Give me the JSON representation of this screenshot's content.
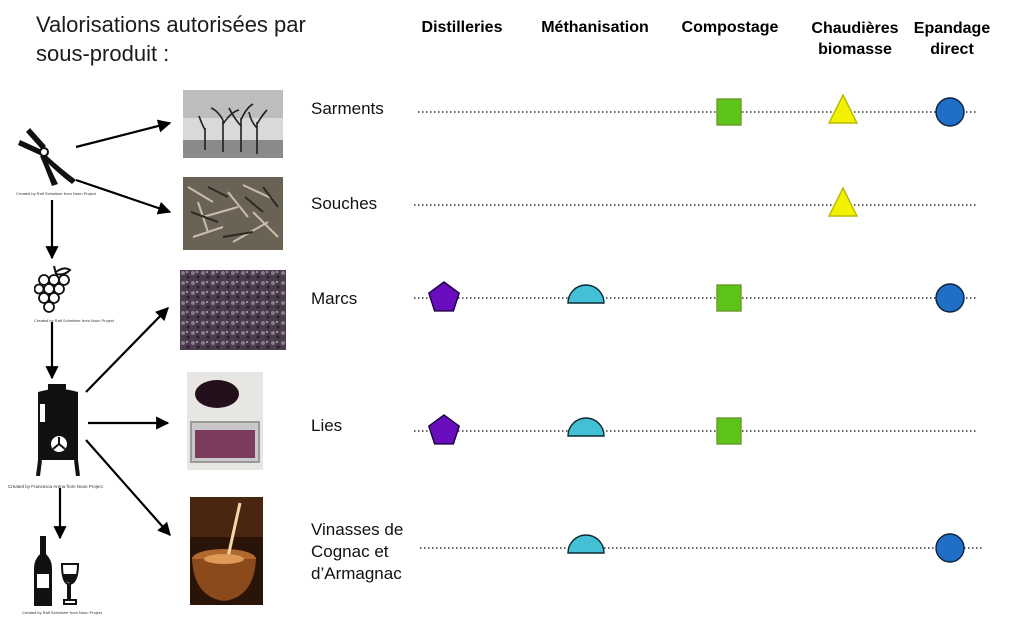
{
  "title": "Valorisations autorisées par sous-produit :",
  "columns": [
    "Distilleries",
    "Méthanisation",
    "Compostage",
    "Chaudières\nbiomasse",
    "Epandage\ndirect"
  ],
  "rows": [
    {
      "label": "Sarments",
      "valorisations": [
        "Compostage",
        "Chaudières biomasse",
        "Epandage direct"
      ]
    },
    {
      "label": "Souches",
      "valorisations": [
        "Chaudières biomasse"
      ]
    },
    {
      "label": "Marcs",
      "valorisations": [
        "Distilleries",
        "Méthanisation",
        "Compostage",
        "Epandage direct"
      ]
    },
    {
      "label": "Lies",
      "valorisations": [
        "Distilleries",
        "Méthanisation",
        "Compostage"
      ]
    },
    {
      "label": "Vinasses de\nCognac et\nd’Armagnac",
      "valorisations": [
        "Méthanisation",
        "Epandage direct"
      ]
    }
  ],
  "markers": {
    "Distilleries": {
      "shape": "pentagon-icon",
      "color": "#6a0dbf"
    },
    "Méthanisation": {
      "shape": "half-disc-icon",
      "color": "#43c0d6"
    },
    "Compostage": {
      "shape": "square-icon",
      "color": "#5cc418"
    },
    "Chaudières biomasse": {
      "shape": "triangle-icon",
      "color": "#f2f200"
    },
    "Epandage direct": {
      "shape": "circle-icon",
      "color": "#1f6fc6"
    }
  },
  "icons": [
    {
      "name": "pruning-shears-icon",
      "credit": "Created by Ralf Schmitzer from Noun Project"
    },
    {
      "name": "grapes-icon",
      "credit": "Created by Ralf Schmitzer from Noun Project"
    },
    {
      "name": "wine-tank-icon",
      "credit": "Created by Francesca Arena from Noun Project"
    },
    {
      "name": "wine-bottle-glass-icon",
      "credit": "Created by Ralf Schmitzer from Noun Project"
    }
  ],
  "photos": [
    "vineyard-canes-photo",
    "vine-stumps-photo",
    "grape-marc-photo",
    "wine-lees-photo",
    "vinasse-pour-photo"
  ]
}
